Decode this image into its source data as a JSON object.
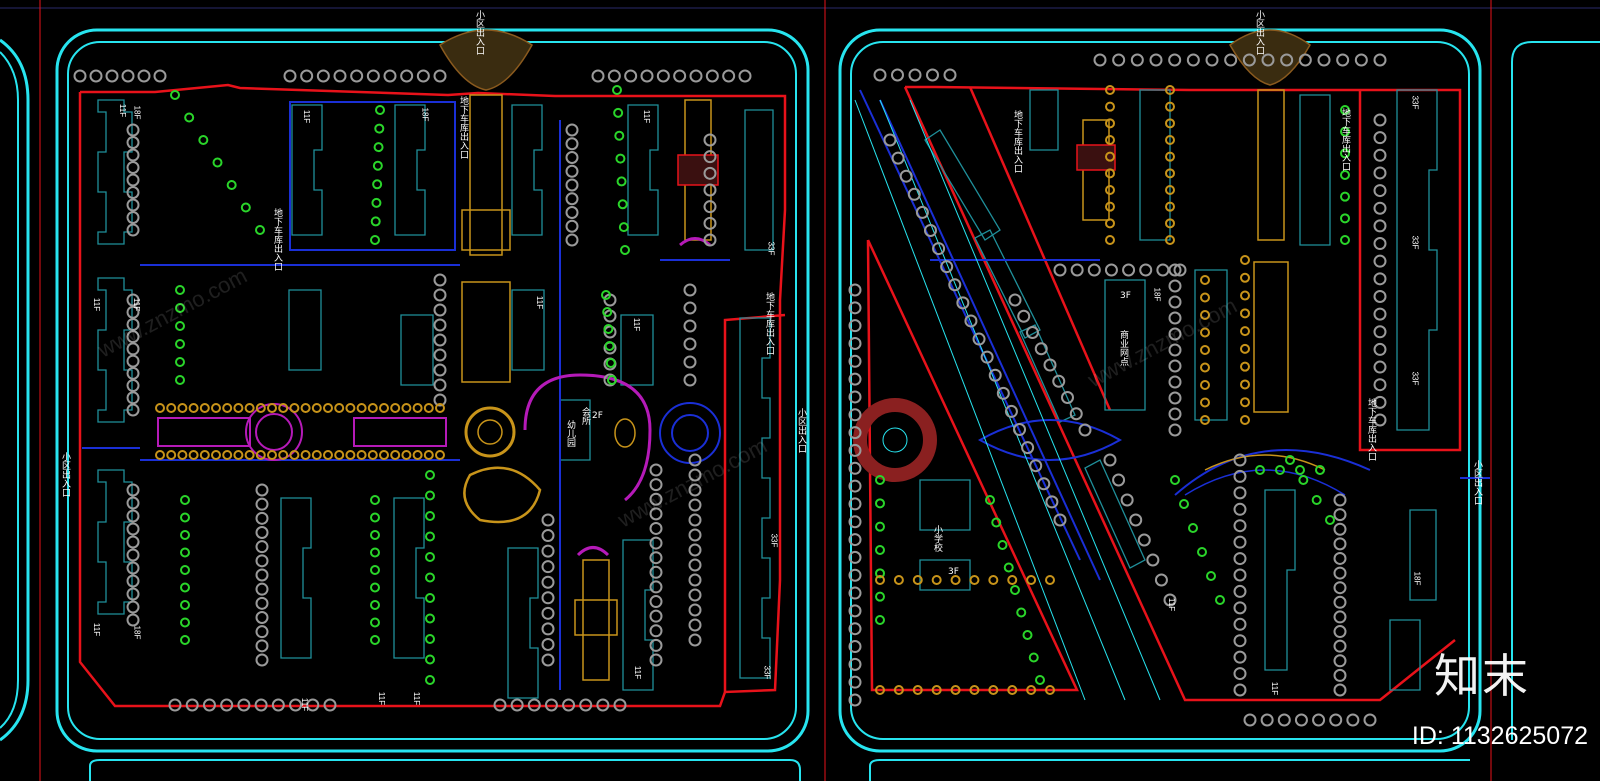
{
  "colors": {
    "boundary_red": "#e8121a",
    "road_cyan": "#27e4ef",
    "building_teal": "#1f8f9a",
    "path_blue": "#1a2fd6",
    "plaza_gold": "#c8941a",
    "plaza_brown": "#8a5a1e",
    "accent_magenta": "#b51ab8",
    "tree_grey": "#9a9a9a",
    "shrub_green": "#2ad52a"
  },
  "labels": {
    "entrance_top_left": "小区出入口",
    "entrance_top_right": "小区出入口",
    "entrance_left": "小区出入口",
    "entrance_mid": "小区出入口",
    "entrance_right": "小区出入口",
    "garage_1": "地下车库出入口",
    "garage_2": "地下车库出入口",
    "garage_3": "地下车库出入口",
    "garage_4": "地下车库出入口",
    "garage_5": "地下车库出入口",
    "garage_6": "地下车库出入口",
    "clubhouse": "会所",
    "clubhouse_floors": "2F",
    "kindergarten": "幼儿园",
    "school": "小学校",
    "school_floors": "3F",
    "shops": "商业网点",
    "shops_floors": "3F"
  },
  "floor_labels": [
    "11F",
    "18F",
    "11F",
    "11F",
    "11F",
    "18F",
    "11F",
    "18F",
    "11F",
    "11F",
    "11F",
    "11F",
    "33F",
    "33F",
    "33F",
    "11F",
    "11F",
    "11F",
    "18F",
    "33F",
    "33F",
    "33F",
    "11F",
    "11F",
    "18F"
  ],
  "watermark": {
    "logo": "知末",
    "id": "ID: 1132625072",
    "faint": "www.znzmo.com"
  }
}
